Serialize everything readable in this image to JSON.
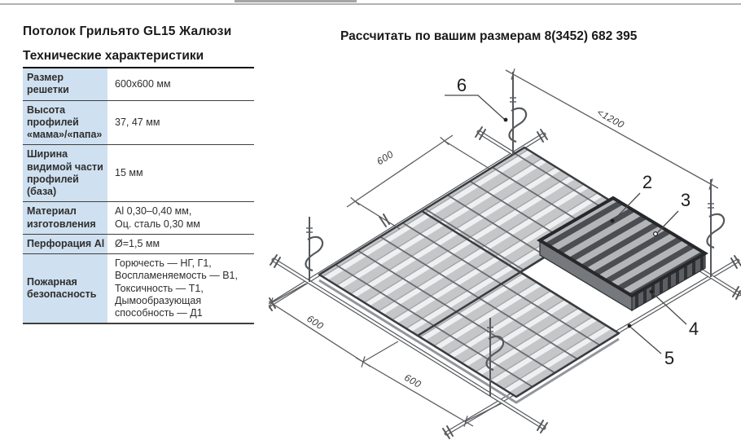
{
  "left_panel": {
    "title": "Потолок Грильято GL15 Жалюзи",
    "subtitle": "Технические характеристики",
    "table": {
      "rows": [
        {
          "label": "Размер решетки",
          "value": "600х600 мм"
        },
        {
          "label": "Высота профилей «мама»/«папа»",
          "value": "37, 47 мм"
        },
        {
          "label": "Ширина видимой части профилей (база)",
          "value": "15 мм"
        },
        {
          "label": "Материал изготовления",
          "value": "Al 0,30–0,40 мм,\nОц. сталь 0,30 мм"
        },
        {
          "label": "Перфорация Al",
          "value": "Ø=1,5 мм"
        },
        {
          "label": "Пожарная безопасность",
          "value": "Горючесть — НГ, Г1,\nВоспламеняемость — В1,\nТоксичность — Т1,\nДымообразующая способность — Д1"
        }
      ]
    }
  },
  "right_panel": {
    "title": "Рассчитать по вашим размерам 8(3452) 682 395"
  },
  "drawing": {
    "dimensions": {
      "cell": "600",
      "hanger_spacing": "<1200"
    },
    "callouts": {
      "c2": "2",
      "c3": "3",
      "c4": "4",
      "c5": "5",
      "c6": "6"
    },
    "colors": {
      "drawing_line": "#55585c",
      "slat_fill": "#c5c6c8",
      "raised_panel_dark": "#4a4d51",
      "table_label_bg": "#cfe0f0"
    }
  }
}
